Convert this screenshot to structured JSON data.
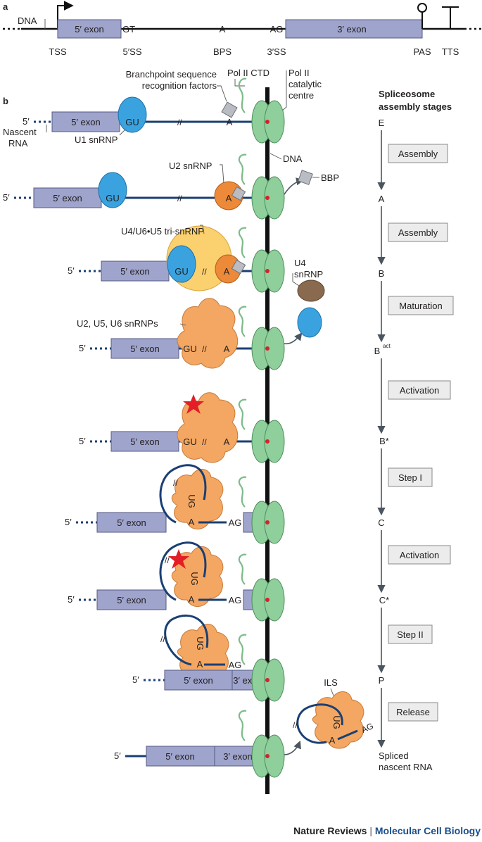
{
  "panel_a": {
    "label": "a",
    "dna": "DNA",
    "exon5": "5′ exon",
    "exon3": "3′ exon",
    "gt": "GT",
    "a": "A",
    "ag": "AG",
    "tss": "TSS",
    "ss5": "5′SS",
    "bps": "BPS",
    "ss3": "3′SS",
    "pas": "PAS",
    "tts": "TTS"
  },
  "panel_b": {
    "label": "b",
    "bps_factors_line1": "Branchpoint sequence",
    "bps_factors_line2": "recognition factors",
    "pol_ctd": "Pol II CTD",
    "pol_cc_line1": "Pol II",
    "pol_cc_line2": "catalytic",
    "pol_cc_line3": "centre",
    "five_prime": "5′",
    "exon5": "5′ exon",
    "exon3": "3′ exon",
    "gu": "GU",
    "ug": "UG",
    "a": "A",
    "ag": "AG",
    "nascent_line1": "Nascent",
    "nascent_line2": "RNA",
    "u1": "U1 snRNP",
    "dna": "DNA",
    "u2": "U2 snRNP",
    "bbp": "BBP",
    "tri": "U4/U6•U5 tri-snRNP",
    "u4_line1": "U4",
    "u4_line2": "snRNP",
    "u256": "U2, U5, U6 snRNPs",
    "ils": "ILS"
  },
  "stages": {
    "title_line1": "Spliceosome",
    "title_line2": "assembly stages",
    "states": [
      "E",
      "A",
      "B",
      "B",
      "B*",
      "C",
      "C*",
      "P"
    ],
    "bact_sup": "act",
    "final_line1": "Spliced",
    "final_line2": "nascent RNA",
    "steps": [
      "Assembly",
      "Assembly",
      "Maturation",
      "Activation",
      "Step I",
      "Activation",
      "Step II",
      "Release"
    ]
  },
  "footer": {
    "journal": "Nature Reviews",
    "separator": " | ",
    "section": "Molecular Cell Biology"
  },
  "colors": {
    "rna": "#1a3f73",
    "exon": "#9ea4cc",
    "u1": "#3aa3df",
    "u2": "#ec8a3a",
    "tri": "#fbd06e",
    "spliceosome": "#f4a762",
    "pol2": "#8fcf9c",
    "section_blue": "#1b4f8a"
  }
}
